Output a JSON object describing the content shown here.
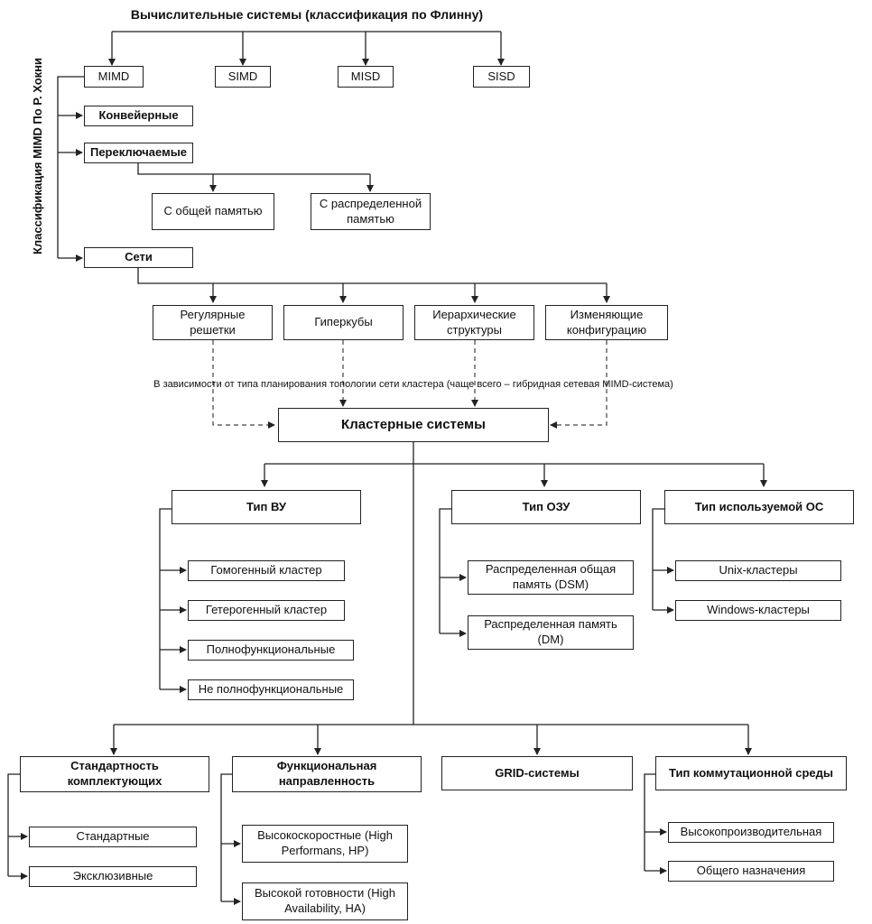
{
  "title": "Вычислительные системы (классификация по Флинну)",
  "side_label": "Классификация MIMD По Р. Хокни",
  "flynn": {
    "mimd": "MIMD",
    "simd": "SIMD",
    "misd": "MISD",
    "sisd": "SISD"
  },
  "hockney": {
    "pipeline": "Конвейерные",
    "switched": "Переключаемые",
    "networks": "Сети"
  },
  "memory": {
    "shared": "С общей памятью",
    "distributed": "С распределенной\nпамятью"
  },
  "topologies": {
    "regular": "Регулярные\nрешетки",
    "hypercubes": "Гиперкубы",
    "hierarchical": "Иерархические\nструктуры",
    "reconfigurable": "Изменяющие\nконфигурацию"
  },
  "note": "В зависимости от типа планирования топологии сети кластера (чаще всего – гибридная сетевая MIMD-система)",
  "cluster": "Кластерные системы",
  "vu": {
    "header": "Тип ВУ",
    "items": [
      "Гомогенный кластер",
      "Гетерогенный кластер",
      "Полнофункциональные",
      "Не полнофункциональные"
    ]
  },
  "ozu": {
    "header": "Тип ОЗУ",
    "items": [
      "Распределенная общая\nпамять (DSM)",
      "Распределенная память\n(DM)"
    ]
  },
  "os": {
    "header": "Тип используемой ОС",
    "items": [
      "Unix-кластеры",
      "Windows-кластеры"
    ]
  },
  "components": {
    "header": "Стандартность\nкомплектующих",
    "items": [
      "Стандартные",
      "Эксклюзивные"
    ]
  },
  "functional": {
    "header": "Функциональная\nнаправленность",
    "items": [
      "Высокоскоростные (High\nPerformans, HP)",
      "Высокой готовности (High\nAvailability, HA)"
    ]
  },
  "grid": "GRID-системы",
  "switching": {
    "header": "Тип коммутационной среды",
    "items": [
      "Высокопроизводительная",
      "Общего назначения"
    ]
  }
}
